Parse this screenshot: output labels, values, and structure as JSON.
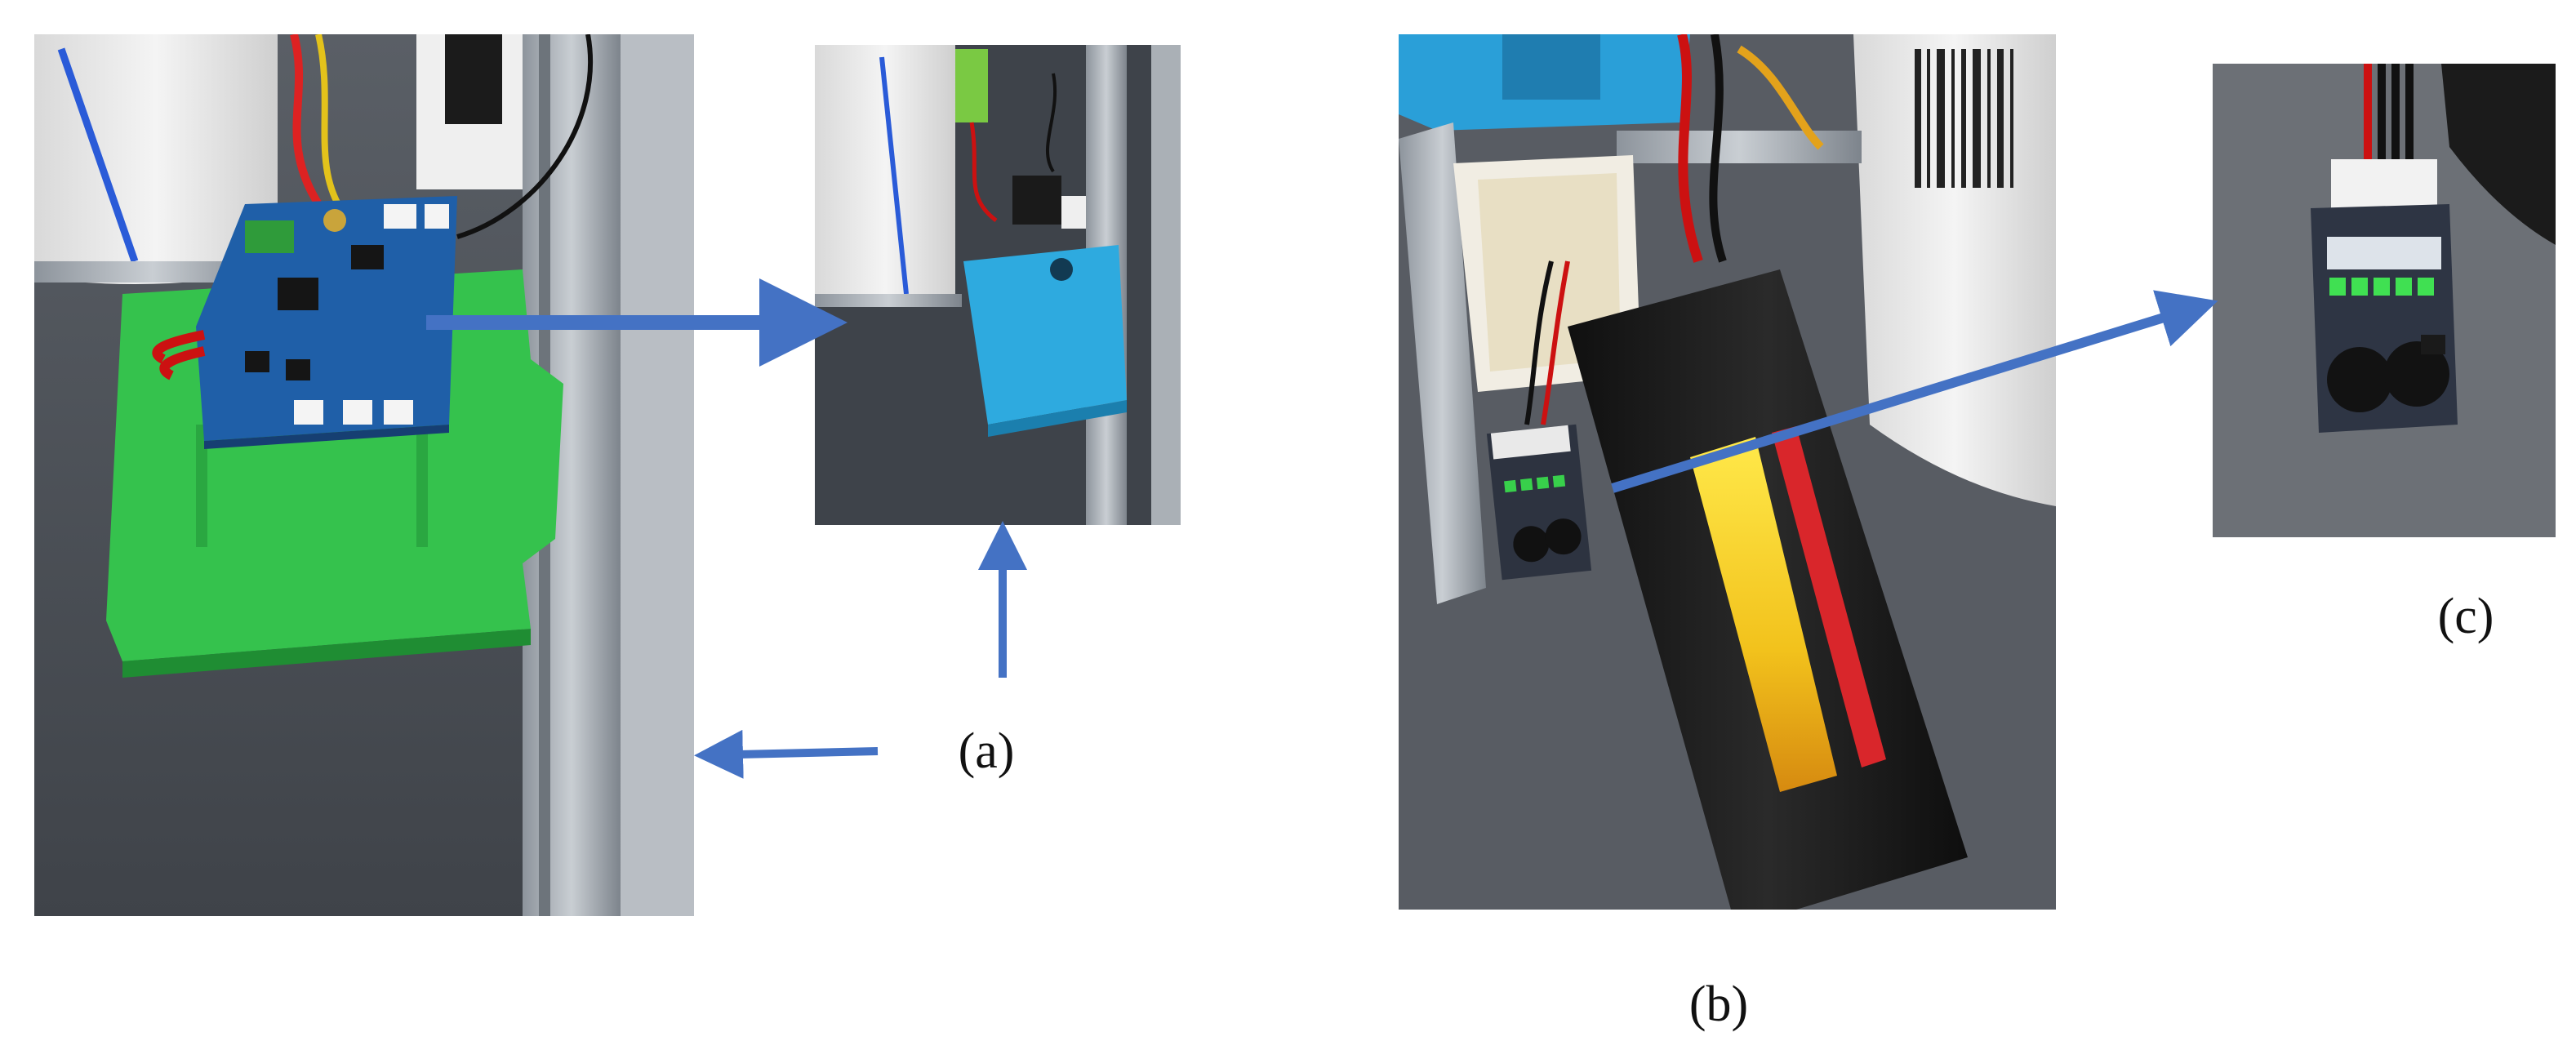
{
  "figure": {
    "labels": {
      "a": "(a)",
      "b": "(b)",
      "c": "(c)"
    },
    "panels": [
      {
        "id": "photo-a-main",
        "depicts": "controller-board-on-green-mount"
      },
      {
        "id": "photo-a-inset",
        "depicts": "blue-enclosure-mounted-in-frame"
      },
      {
        "id": "photo-b",
        "depicts": "lipo-battery-with-voltage-checker"
      },
      {
        "id": "photo-c",
        "depicts": "voltage-checker-closeup"
      }
    ],
    "colors": {
      "arrow": "#4472c4",
      "board_blue": "#1f5fa8",
      "mount_green": "#33c24a",
      "enclosure_blue": "#2eaadf",
      "battery_black": "#1a1a1a",
      "floor_gray": "#4d5158"
    }
  }
}
